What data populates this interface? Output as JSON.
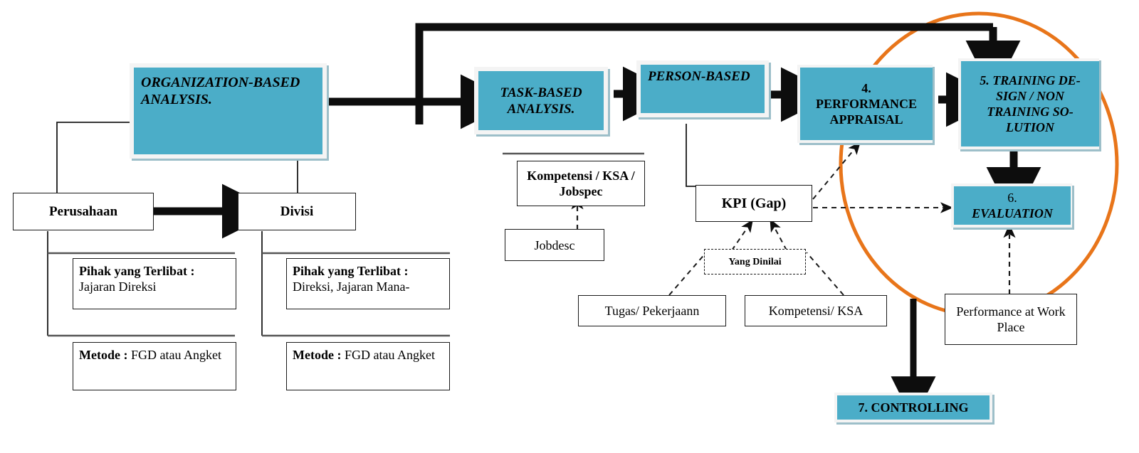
{
  "diagram": {
    "title": "Training Needs Analysis and Performance Management Flow",
    "colors": {
      "teal": "#4BADC8",
      "orange": "#E8751A",
      "line": "#1a1a1a"
    }
  },
  "boxes": {
    "org_analysis": "ORGANIZATION-BASED ANALYSIS.",
    "task_analysis": "TASK-BASED ANALYSIS.",
    "person_based": "PERSON-BASED",
    "performance_appraisal_num": "4.",
    "performance_appraisal": "PERFORMANCE APPRAISAL",
    "training_design": "5. TRAINING DE-SIGN / NON TRAINING SO-LUTION",
    "evaluation_num": "6.",
    "evaluation": "EVALUATION",
    "controlling": "7. CONTROLLING",
    "perusahaan": "Perusahaan",
    "divisi": "Divisi",
    "kompetensi_ksa_jobspec": "Kompetensi  / KSA / Jobspec",
    "jobdesc": "Jobdesc",
    "kpi_gap": "KPI (Gap)",
    "yang_dinilai": "Yang Dinilai",
    "tugas_pekerjaan": "Tugas/ Pekerjaann",
    "kompetensi_ksa": "Kompetensi/ KSA",
    "performance_at_work_place": "Performance at Work Place"
  },
  "perusahaan_details": {
    "pihak_label": "Pihak yang Terlibat   :",
    "pihak_value": "Jajaran Direksi",
    "metode_label": "Metode :",
    "metode_value": "FGD atau Angket"
  },
  "divisi_details": {
    "pihak_label": "Pihak yang Terlibat   :",
    "pihak_value": "Direksi, Jajaran Mana-",
    "metode_label": "Metode :",
    "metode_value": "FGD atau Angket"
  }
}
